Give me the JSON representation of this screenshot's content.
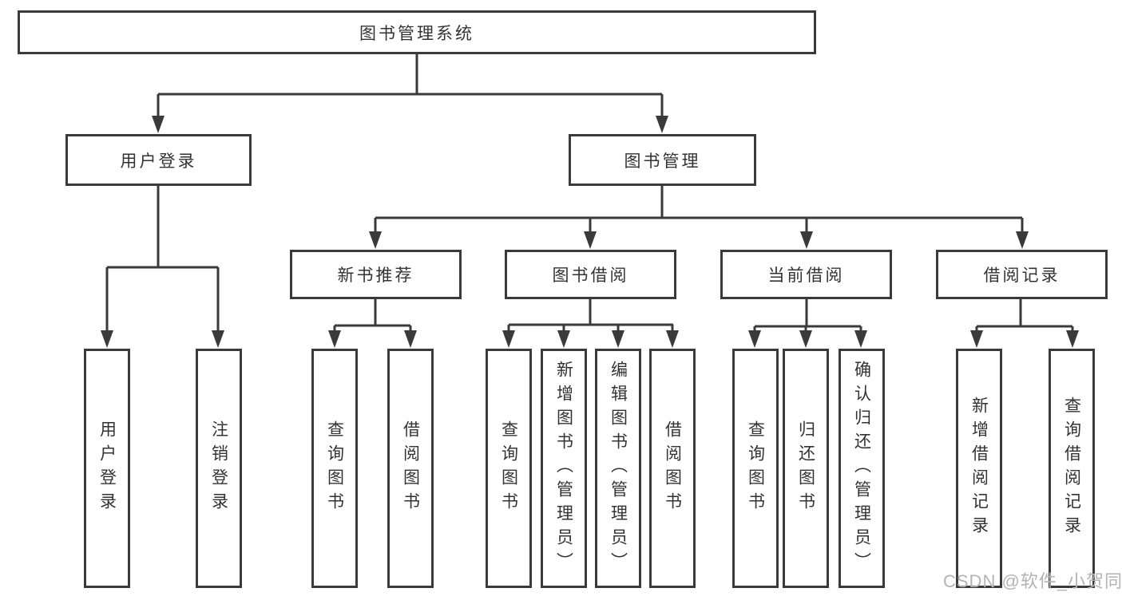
{
  "diagram": {
    "root": {
      "label": "图书管理系统"
    },
    "level2": [
      {
        "label": "用户登录"
      },
      {
        "label": "图书管理"
      }
    ],
    "level3": [
      {
        "label": "新书推荐"
      },
      {
        "label": "图书借阅"
      },
      {
        "label": "当前借阅"
      },
      {
        "label": "借阅记录"
      }
    ],
    "leaves": {
      "login": [
        "用户登录",
        "注销登录"
      ],
      "recommend": [
        "查询图书",
        "借阅图书"
      ],
      "borrow": [
        "查询图书",
        "新增图书（管理员）",
        "编辑图书（管理员）",
        "借阅图书"
      ],
      "current": [
        "查询图书",
        "归还图书",
        "确认归还（管理员）"
      ],
      "records": [
        "新增借阅记录",
        "查询借阅记录"
      ]
    }
  },
  "watermark": {
    "text": "CSDN @软件_小贺同学"
  },
  "colors": {
    "line": "#3a3a3a",
    "text": "#333333",
    "background": "#ffffff",
    "watermark": "#b3b3b3"
  }
}
